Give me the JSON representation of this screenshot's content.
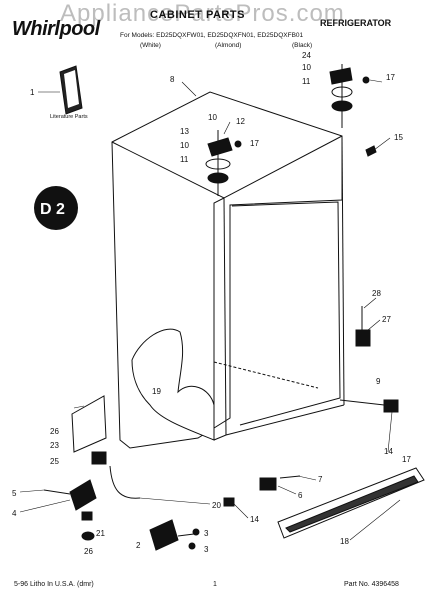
{
  "header": {
    "brand": "Whirlpool",
    "watermark": "AppliancePartsPros.com",
    "title": "CABINET PARTS",
    "section": "REFRIGERATOR",
    "model_line": "For Models: ED25DQXFW01, ED25DQXFN01, ED25DQXFB01",
    "columns": [
      "(White)",
      "(Almond)",
      "(Black)"
    ]
  },
  "badge_text": "D 2",
  "literature_label": "Literature Parts",
  "callouts": [
    "1",
    "8",
    "10",
    "12",
    "13",
    "10",
    "11",
    "17",
    "24",
    "10",
    "11",
    "17",
    "15",
    "28",
    "27",
    "19",
    "9",
    "26",
    "23",
    "25",
    "14",
    "17",
    "5",
    "4",
    "21",
    "26",
    "2",
    "20",
    "7",
    "6",
    "14",
    "3",
    "3",
    "18"
  ],
  "footer": {
    "left": "5-96 Litho In U.S.A. (dmr)",
    "page": "1",
    "right": "Part No. 4396458"
  }
}
